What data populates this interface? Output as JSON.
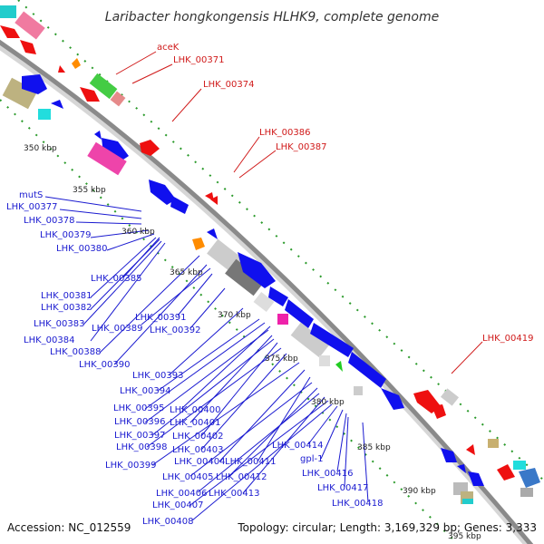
{
  "title": "Laribacter hongkongensis HLHK9, complete genome",
  "footer": {
    "accession": "Accession: NC_012559",
    "summary": "Topology: circular; Length: 3,169,329 bp; Genes: 3,333"
  },
  "colors": {
    "backbone": "#8a8a8a",
    "label_blue": "#1a1ad0",
    "label_red": "#d01a1a",
    "orf_blue": "#1010ee",
    "orf_red": "#ee1010",
    "tick_green": "#2a9a2a"
  },
  "ticks": [
    "350 kbp",
    "355 kbp",
    "360 kbp",
    "365 kbp",
    "370 kbp",
    "375 kbp",
    "380 kbp",
    "385 kbp",
    "390 kbp",
    "395 kbp"
  ],
  "red_labels": [
    "aceK",
    "LHK_00371",
    "LHK_00374",
    "LHK_00386",
    "LHK_00387",
    "LHK_00419"
  ],
  "blue_labels": [
    "mutS",
    "LHK_00377",
    "LHK_00378",
    "LHK_00379",
    "LHK_00380",
    "LHK_00385",
    "LHK_00381",
    "LHK_00382",
    "LHK_00383",
    "LHK_00384",
    "LHK_00388",
    "LHK_00390",
    "LHK_00389",
    "LHK_00391",
    "LHK_00392",
    "LHK_00393",
    "LHK_00394",
    "LHK_00395",
    "LHK_00400",
    "LHK_00396",
    "LHK_00401",
    "LHK_00397",
    "LHK_00402",
    "LHK_00398",
    "LHK_00403",
    "LHK_00399",
    "LHK_00404",
    "LHK_00411",
    "LHK_00405",
    "LHK_00412",
    "LHK_00406",
    "LHK_00413",
    "LHK_00407",
    "LHK_00408",
    "LHK_00414",
    "gpl-1",
    "LHK_00416",
    "LHK_00417",
    "LHK_00418"
  ]
}
